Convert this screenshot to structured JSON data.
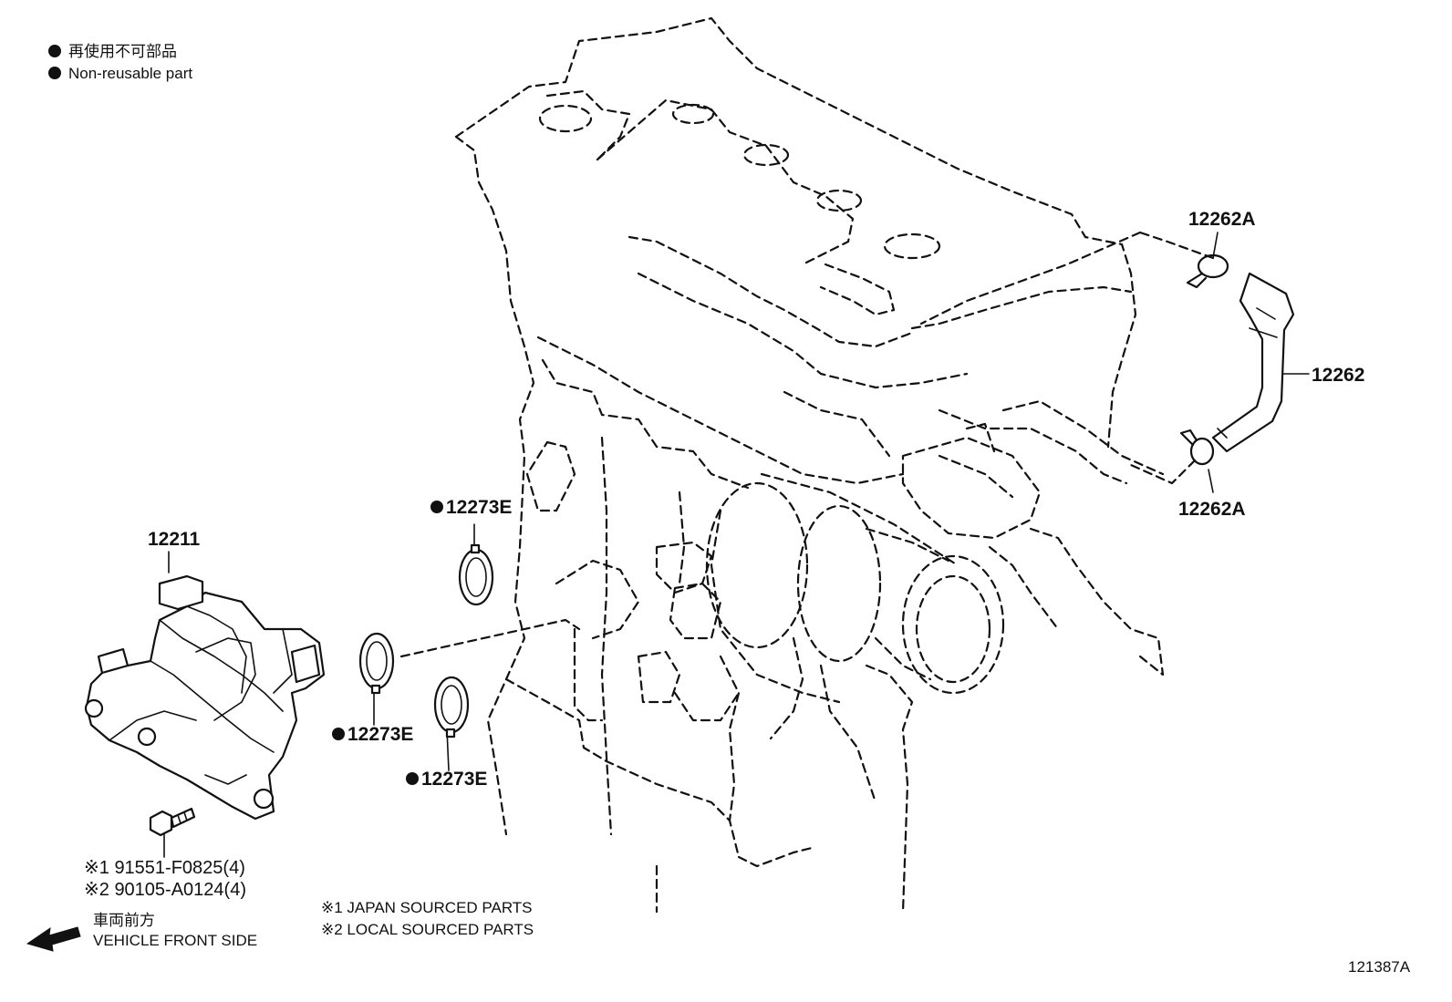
{
  "legend": {
    "bullet_symbol": "●",
    "line1": "再使用不可部品",
    "line2": "Non-reusable part"
  },
  "callouts": {
    "part_12262A_top": "12262A",
    "part_12262": "12262",
    "part_12262A_bottom": "12262A",
    "part_12273E_upper": "12273E",
    "part_12273E_middle": "12273E",
    "part_12273E_lower": "12273E",
    "part_12211": "12211",
    "bolt_japan": "※1 91551-F0825(4)",
    "bolt_local": "※2 90105-A0124(4)"
  },
  "notes": {
    "japan_sourced": "※1 JAPAN SOURCED PARTS",
    "local_sourced": "※2 LOCAL SOURCED PARTS"
  },
  "orientation": {
    "japanese": "車両前方",
    "english": "VEHICLE FRONT SIDE"
  },
  "figure_id": "121387A"
}
